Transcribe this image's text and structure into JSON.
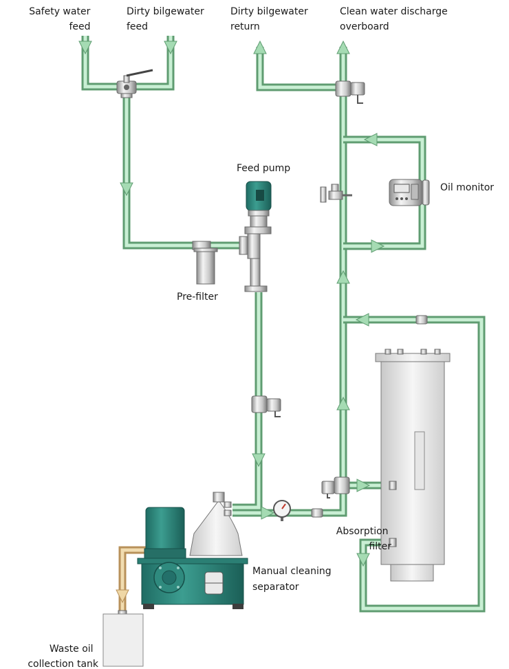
{
  "labels": {
    "safety_water_feed": [
      "Safety water",
      "feed"
    ],
    "dirty_bilgewater_feed": [
      "Dirty bilgewater",
      "feed"
    ],
    "dirty_bilgewater_return": [
      "Dirty bilgewater",
      "return"
    ],
    "clean_water_discharge": [
      "Clean water discharge",
      "overboard"
    ],
    "feed_pump": [
      "Feed pump"
    ],
    "oil_monitor": [
      "Oil monitor"
    ],
    "pre_filter": [
      "Pre-filter"
    ],
    "absorption_filter": [
      "Absorption",
      "filter"
    ],
    "manual_cleaning_separator": [
      "Manual cleaning",
      "separator"
    ],
    "waste_oil_collection_tank": [
      "Waste oil",
      "collection tank"
    ]
  },
  "colors": {
    "pipe_water": "#c9efd4",
    "pipe_water_edge": "#5f9c71",
    "pipe_oil": "#f1dcb0",
    "machine_green": "#2f8a7e"
  }
}
